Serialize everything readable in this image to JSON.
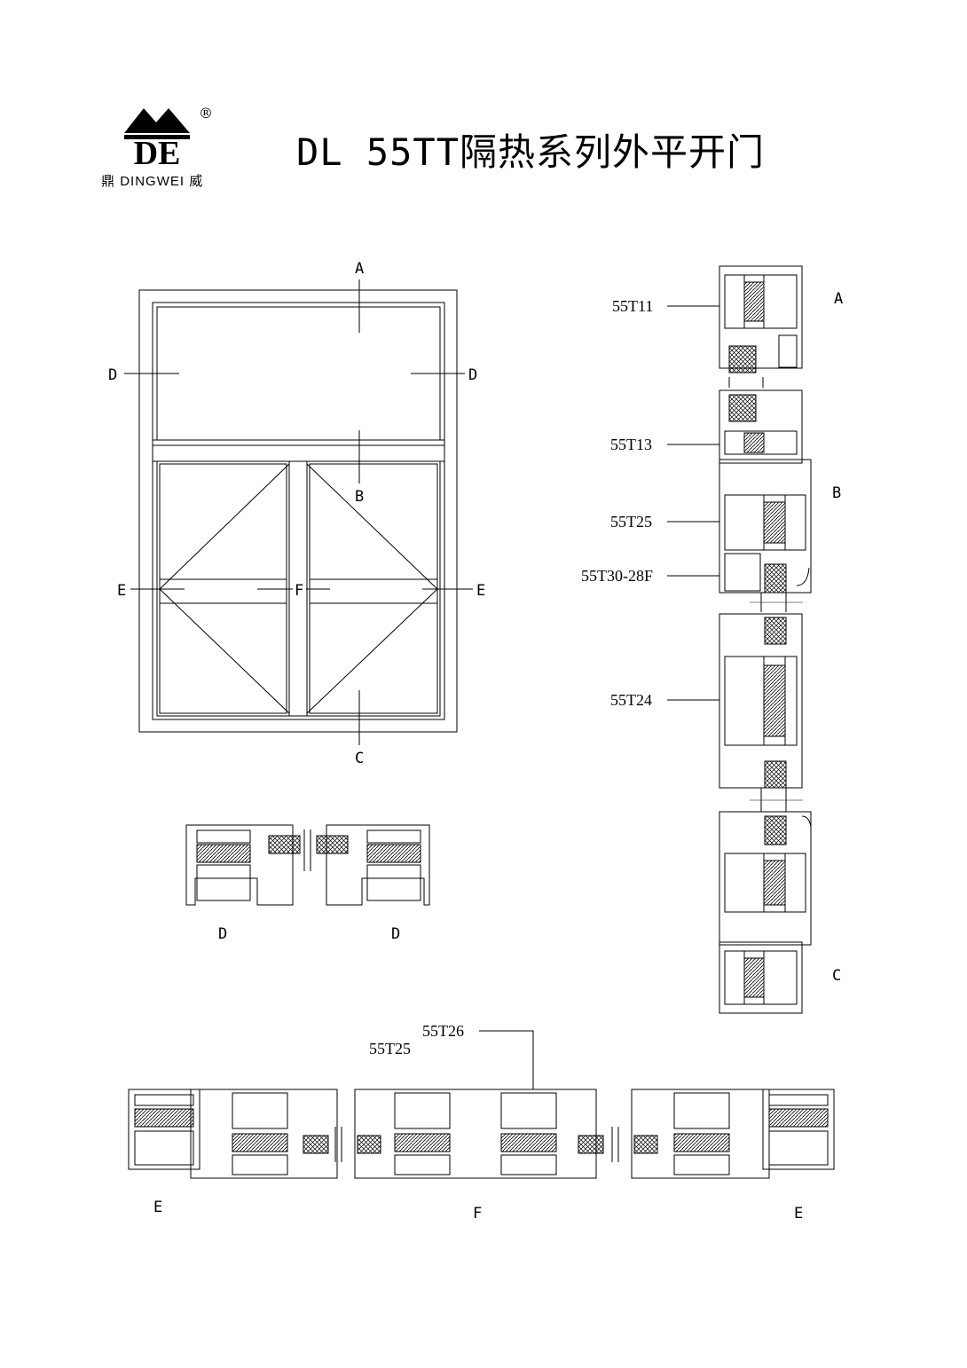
{
  "brand": {
    "logo_letters": "DE",
    "registered_mark": "®",
    "caption_left": "鼎",
    "caption_name": "DINGWEI",
    "caption_right": "威"
  },
  "title": "DL 55TT隔热系列外平开门",
  "elevation": {
    "section_markers": {
      "top": "A",
      "left_d": "D",
      "right_d": "D",
      "transom": "B",
      "left_e": "E",
      "middle_f": "F",
      "right_e": "E",
      "bottom": "C"
    }
  },
  "vertical_section": {
    "zone_labels": [
      "A",
      "B",
      "C"
    ],
    "part_callouts": [
      "55T11",
      "55T13",
      "55T25",
      "55T30-28F",
      "55T24"
    ]
  },
  "section_d": {
    "labels": [
      "D",
      "D"
    ]
  },
  "horizontal_section": {
    "part_callouts": [
      "55T26",
      "55T25"
    ],
    "labels": [
      "E",
      "F",
      "E"
    ]
  }
}
